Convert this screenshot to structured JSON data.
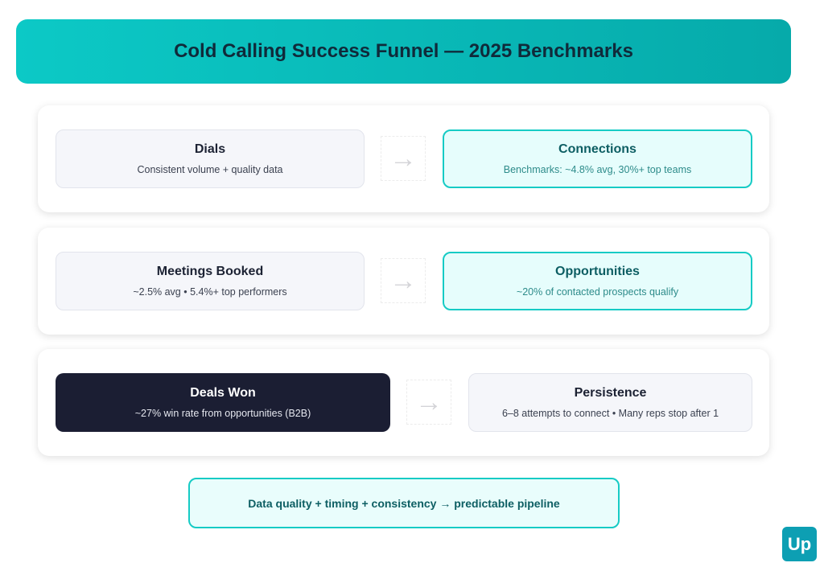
{
  "title": "Cold Calling Success Funnel — 2025 Benchmarks",
  "rows": [
    {
      "left": {
        "title": "Dials",
        "sub": "Consistent volume + quality data"
      },
      "right": {
        "title": "Connections",
        "sub": "Benchmarks: ~4.8% avg, 30%+ top teams"
      }
    },
    {
      "left": {
        "title": "Meetings Booked",
        "sub": "~2.5% avg • 5.4%+ top performers"
      },
      "right": {
        "title": "Opportunities",
        "sub": "~20% of contacted prospects qualify"
      }
    },
    {
      "left": {
        "title": "Deals Won",
        "sub": "~27% win rate from opportunities (B2B)"
      },
      "right": {
        "title": "Persistence",
        "sub": "6–8 attempts to connect • Many reps stop after 1"
      }
    }
  ],
  "arrow": "→",
  "footer": "Data quality + timing + consistency → predictable pipeline",
  "logo": "Up",
  "colors": {
    "accent": "#16cbc5",
    "dark": "#1b1e33"
  }
}
